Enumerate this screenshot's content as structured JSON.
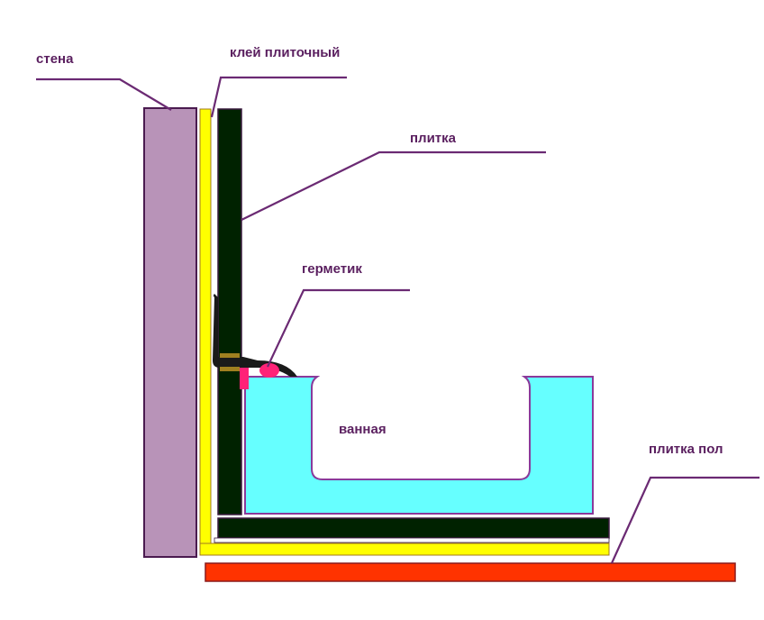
{
  "diagram": {
    "labels": {
      "wall": "стена",
      "tile_adhesive": "клей плиточный",
      "tile": "плитка",
      "sealant": "герметик",
      "bathtub": "ванная",
      "floor_tile": "плитка пол"
    },
    "colors": {
      "wall": "#b893b8",
      "adhesive": "#ffff00",
      "tile": "#002200",
      "bathtub": "#66ffff",
      "sealant": "#ff2277",
      "floor": "#ff3300",
      "outline": "#5a1f5f",
      "profile": "#1a1a1a",
      "profile_clip": "#a08020"
    }
  }
}
